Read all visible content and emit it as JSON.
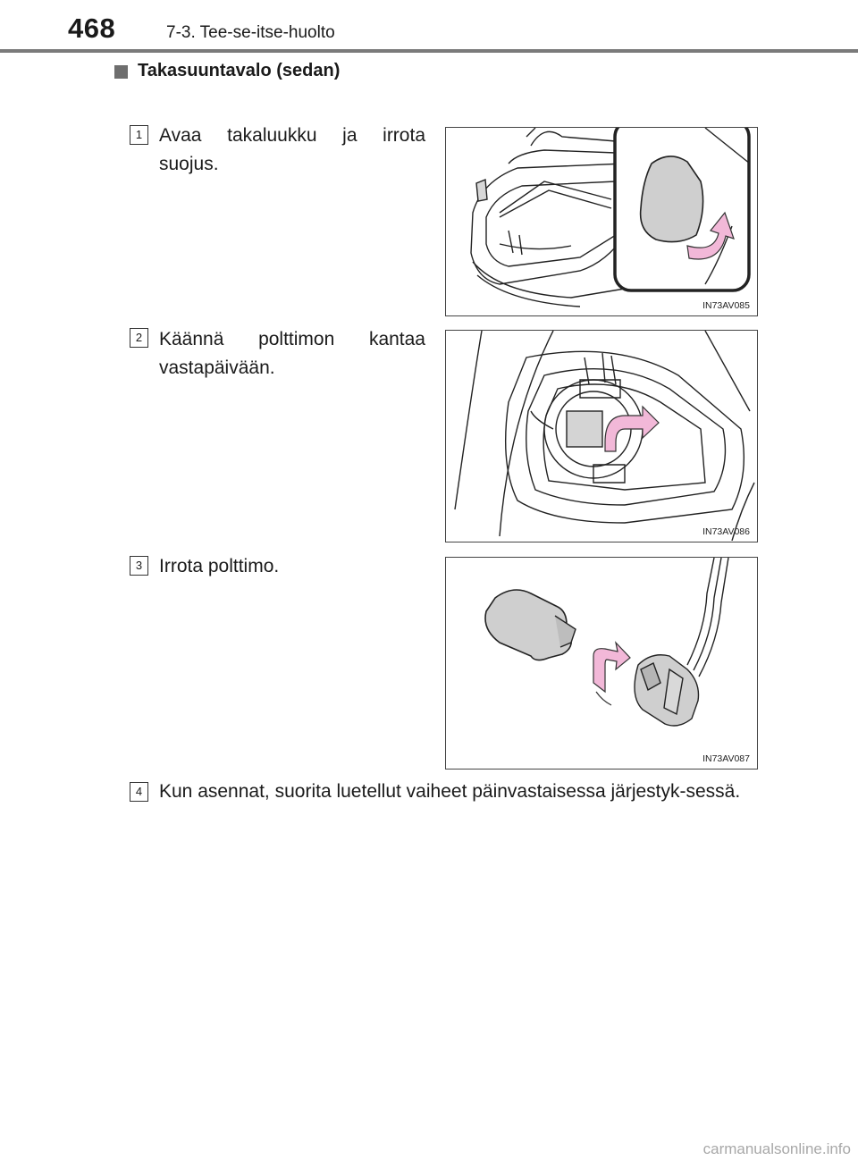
{
  "header": {
    "page_number": "468",
    "section": "7-3. Tee-se-itse-huolto"
  },
  "subsection_title": "Takasuuntavalo (sedan)",
  "steps": [
    {
      "number": "1",
      "text": "Avaa takaluukku ja irrota suojus.",
      "figure_code": "IN73AV085"
    },
    {
      "number": "2",
      "text": "Käännä polttimon kantaa vastapäivään.",
      "figure_code": "IN73AV086"
    },
    {
      "number": "3",
      "text": "Irrota polttimo.",
      "figure_code": "IN73AV087"
    },
    {
      "number": "4",
      "text": "Kun asennat, suorita luetellut vaiheet päinvastaisessa järjestyk-sessä."
    }
  ],
  "watermark": "carmanualsonline.info",
  "colors": {
    "arrow": "#f2b8d8",
    "arrow_stroke": "#333333",
    "rule": "#7a7a7a"
  }
}
